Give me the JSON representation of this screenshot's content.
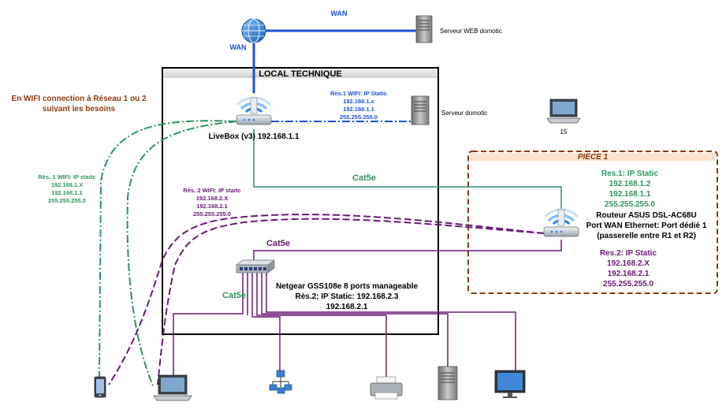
{
  "colors": {
    "wan": "#1f4fd6",
    "res1": "#2e9460",
    "res2": "#6a1b76",
    "room_border": "#8b3a0f",
    "note": "#8b3a0f",
    "box_border": "#000000",
    "text": "#000000"
  },
  "wan": {
    "label_top": "WAN",
    "label_side": "WAN",
    "web_server_label": "Serveur WEB domotic"
  },
  "local_technique": {
    "title": "LOCAL TECHNIQUE"
  },
  "livebox": {
    "label": "LiveBox (v3) 192.168.1.1",
    "wifi_lines": [
      "Res.1 WIFI: IP Static",
      "192.168.1.x",
      "192.168.1.1",
      "255.255.255.0"
    ]
  },
  "server_domotic": {
    "label": "Serveur domotic"
  },
  "laptop_15": {
    "label": "15"
  },
  "wifi_note": {
    "lines": [
      "En WIFI connection à Réseau 1 ou 2",
      "suivant les besoins"
    ]
  },
  "res1_wifi_left": {
    "lines": [
      "Rès. 1 WIFI: IP staitc",
      "192.168.1.X",
      "192.168.1.1",
      "255.255.255.0"
    ]
  },
  "res2_wifi_left": {
    "lines": [
      "Rès. 2 WIFI: IP staitc",
      "192.168.2.X",
      "192.168.2.1",
      "255.255.255.0"
    ]
  },
  "cables": {
    "cat5e_green": "Cat5e",
    "cat5e_switch": "Cat5e",
    "cat5e_left": "Cat5e"
  },
  "piece1": {
    "title": "PIECE 1",
    "res1_lines": [
      "Res.1: IP Static",
      "192.168.1.2",
      "192.168.1.1",
      "255.255.255.0"
    ],
    "router_lines": [
      "Routeur ASUS DSL-AC68U",
      "Port WAN Ethernet: Port dédié 1",
      "(passerelle entre R1 et R2)"
    ],
    "res2_lines": [
      "Res.2: IP Static",
      "192.168.2.X",
      "192.168.2.1",
      "255.255.255.0"
    ]
  },
  "switch": {
    "lines": [
      "Netgear GSS108e 8 ports manageable",
      "Rès.2; IP Static: 192.168.2.3",
      "192.168.2.1"
    ]
  },
  "icons": [
    "globe-icon",
    "server-icon",
    "wifi-router-icon",
    "laptop-icon",
    "switch-icon",
    "phone-icon",
    "network-icon",
    "printer-icon",
    "tower-server-icon",
    "monitor-icon"
  ]
}
